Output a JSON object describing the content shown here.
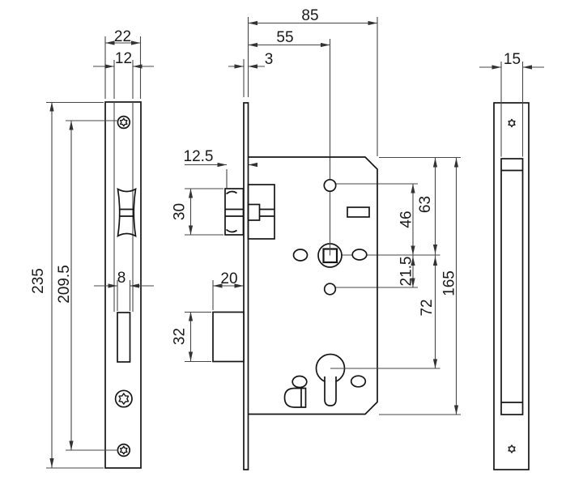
{
  "drawing": {
    "kind": "mortise-lock-dimension-drawing",
    "colors": {
      "object_line": "#161616",
      "dimension_line": "#474747",
      "text": "#1a1a1a",
      "background": "#ffffff"
    }
  },
  "dims": {
    "d22": "22",
    "d12": "12",
    "d235": "235",
    "d209_5": "209.5",
    "d8": "8",
    "d85": "85",
    "d55": "55",
    "d3": "3",
    "d12_5": "12.5",
    "d30": "30",
    "d20": "20",
    "d32": "32",
    "d46": "46",
    "d21_5": "21.5",
    "d63": "63",
    "d72": "72",
    "d165": "165",
    "d15": "15"
  }
}
